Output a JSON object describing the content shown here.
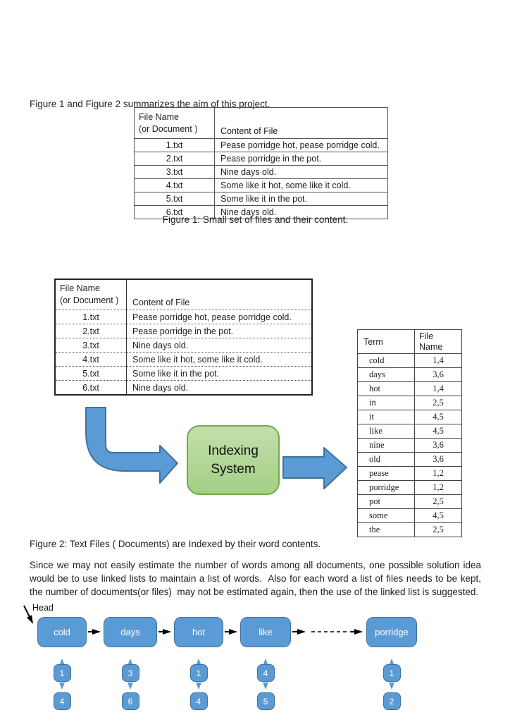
{
  "intro": "Figure 1 and Figure 2 summarizes the aim of this project.",
  "figure1": {
    "table": {
      "header": {
        "col1_line1": "File Name",
        "col1_line2": "(or Document )",
        "col2": "Content of File"
      },
      "rows": [
        {
          "file": "1.txt",
          "content": "Pease porridge hot, pease porridge cold."
        },
        {
          "file": "2.txt",
          "content": "Pease porridge in the pot."
        },
        {
          "file": "3.txt",
          "content": "Nine days old."
        },
        {
          "file": "4.txt",
          "content": "Some like it hot, some like it cold."
        },
        {
          "file": "5.txt",
          "content": "Some like it in the pot."
        },
        {
          "file": "6.txt",
          "content": "Nine days old."
        }
      ]
    },
    "caption": "Figure 1: Small set of files and their content."
  },
  "figure2": {
    "files_table": {
      "header": {
        "col1_line1": "File Name",
        "col1_line2": "(or Document )",
        "col2": "Content of File"
      },
      "rows": [
        {
          "file": "1.txt",
          "content": "Pease porridge hot, pease porridge cold."
        },
        {
          "file": "2.txt",
          "content": "Pease porridge in the pot."
        },
        {
          "file": "3.txt",
          "content": "Nine days old."
        },
        {
          "file": "4.txt",
          "content": "Some like it hot, some like it cold."
        },
        {
          "file": "5.txt",
          "content": "Some like it in the pot."
        },
        {
          "file": "6.txt",
          "content": "Nine days old."
        }
      ]
    },
    "index_box": {
      "line1": "Indexing",
      "line2": "System"
    },
    "term_table": {
      "header": {
        "col1": "Term",
        "col2_line1": "File",
        "col2_line2": "Name"
      },
      "rows": [
        {
          "term": "cold",
          "files": "1,4"
        },
        {
          "term": "days",
          "files": "3,6"
        },
        {
          "term": "hot",
          "files": "1,4"
        },
        {
          "term": "in",
          "files": "2,5"
        },
        {
          "term": "it",
          "files": "4,5"
        },
        {
          "term": "like",
          "files": "4,5"
        },
        {
          "term": "nine",
          "files": "3,6"
        },
        {
          "term": "old",
          "files": "3,6"
        },
        {
          "term": "pease",
          "files": "1,2"
        },
        {
          "term": "porridge",
          "files": "1,2"
        },
        {
          "term": "pot",
          "files": "2,5"
        },
        {
          "term": "some",
          "files": "4,5"
        },
        {
          "term": "the",
          "files": "2,5"
        }
      ]
    },
    "caption": "Figure 2: Text Files ( Documents) are Indexed by their word contents."
  },
  "paragraph": "Since we may not easily estimate the number of words among all documents, one possible solution idea would be to use linked lists to maintain a list of words.  Also for each word a list of files needs to be kept, the number of documents(or files)  may not be estimated again, then the use of the linked list is suggested.",
  "linked_list": {
    "head_label": "Head",
    "nodes": [
      {
        "label": "cold",
        "values": [
          "1",
          "4"
        ]
      },
      {
        "label": "days",
        "values": [
          "3",
          "6"
        ]
      },
      {
        "label": "hot",
        "values": [
          "1",
          "4"
        ]
      },
      {
        "label": "like",
        "values": [
          "4",
          "5"
        ]
      },
      {
        "label": "porridge",
        "values": [
          "1",
          "2"
        ]
      }
    ]
  },
  "colors": {
    "node_blue": "#5b9bd5",
    "node_border": "#41719c",
    "connector_light": "#a6c9ec",
    "arrow_black": "#000000",
    "green_fill": "#aed494",
    "green_border": "#70ad47"
  }
}
